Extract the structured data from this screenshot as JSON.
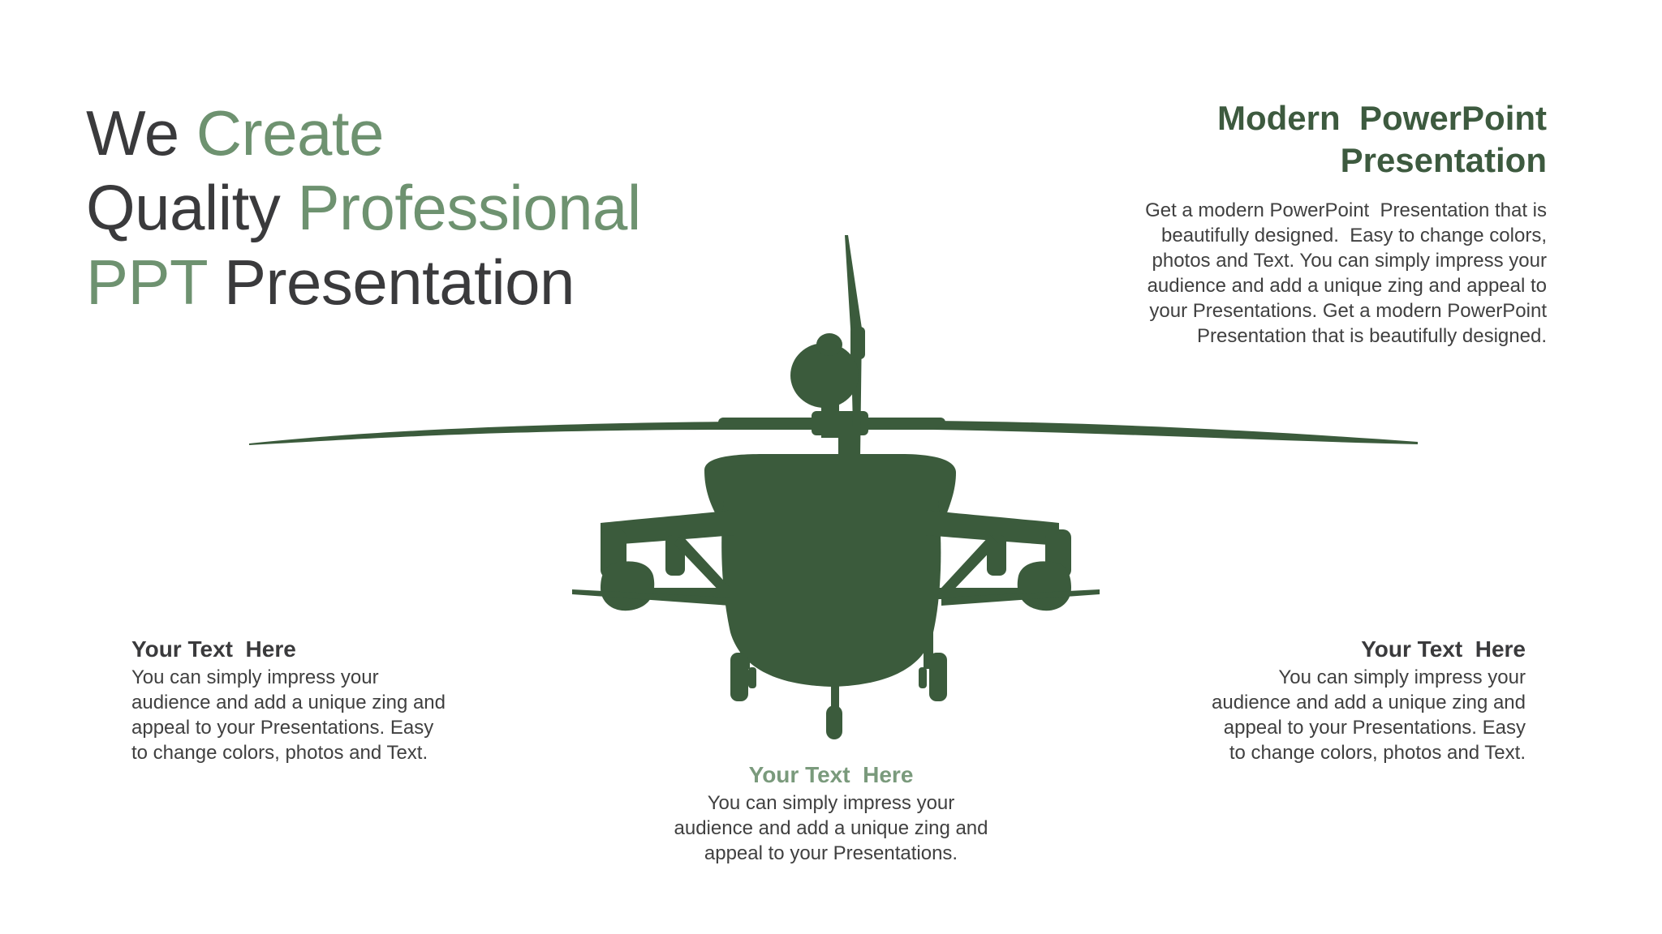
{
  "colors": {
    "accent_green": "#6e9270",
    "dark_green": "#3d5a3f",
    "helicopter": "#3b5b3c",
    "text_dark": "#3a3a3c"
  },
  "headline": {
    "line1": [
      "We",
      "Create"
    ],
    "line2": [
      "Quality",
      "Professional"
    ],
    "line3": [
      "PPT",
      "Presentation"
    ]
  },
  "top_right": {
    "title": "Modern  PowerPoint\nPresentation",
    "body": "Get a modern PowerPoint  Presentation that is\nbeautifully designed.  Easy to change colors,\nphotos and Text. You can simply impress your\naudience and add a unique zing and appeal to\nyour Presentations. Get a modern PowerPoint\nPresentation that is beautifully designed."
  },
  "image": {
    "icon": "helicopter-silhouette"
  },
  "bottom_left": {
    "title": "Your Text  Here",
    "body": "You can simply impress your\naudience and add a unique zing and\nappeal to your Presentations. Easy\nto change colors, photos and Text."
  },
  "bottom_center": {
    "title": "Your Text  Here",
    "body": "You can simply impress your\naudience and add a unique zing and\nappeal to your Presentations."
  },
  "bottom_right": {
    "title": "Your Text  Here",
    "body": "You can simply impress your\naudience and add a unique zing and\nappeal to your Presentations. Easy\nto change colors, photos and Text."
  }
}
